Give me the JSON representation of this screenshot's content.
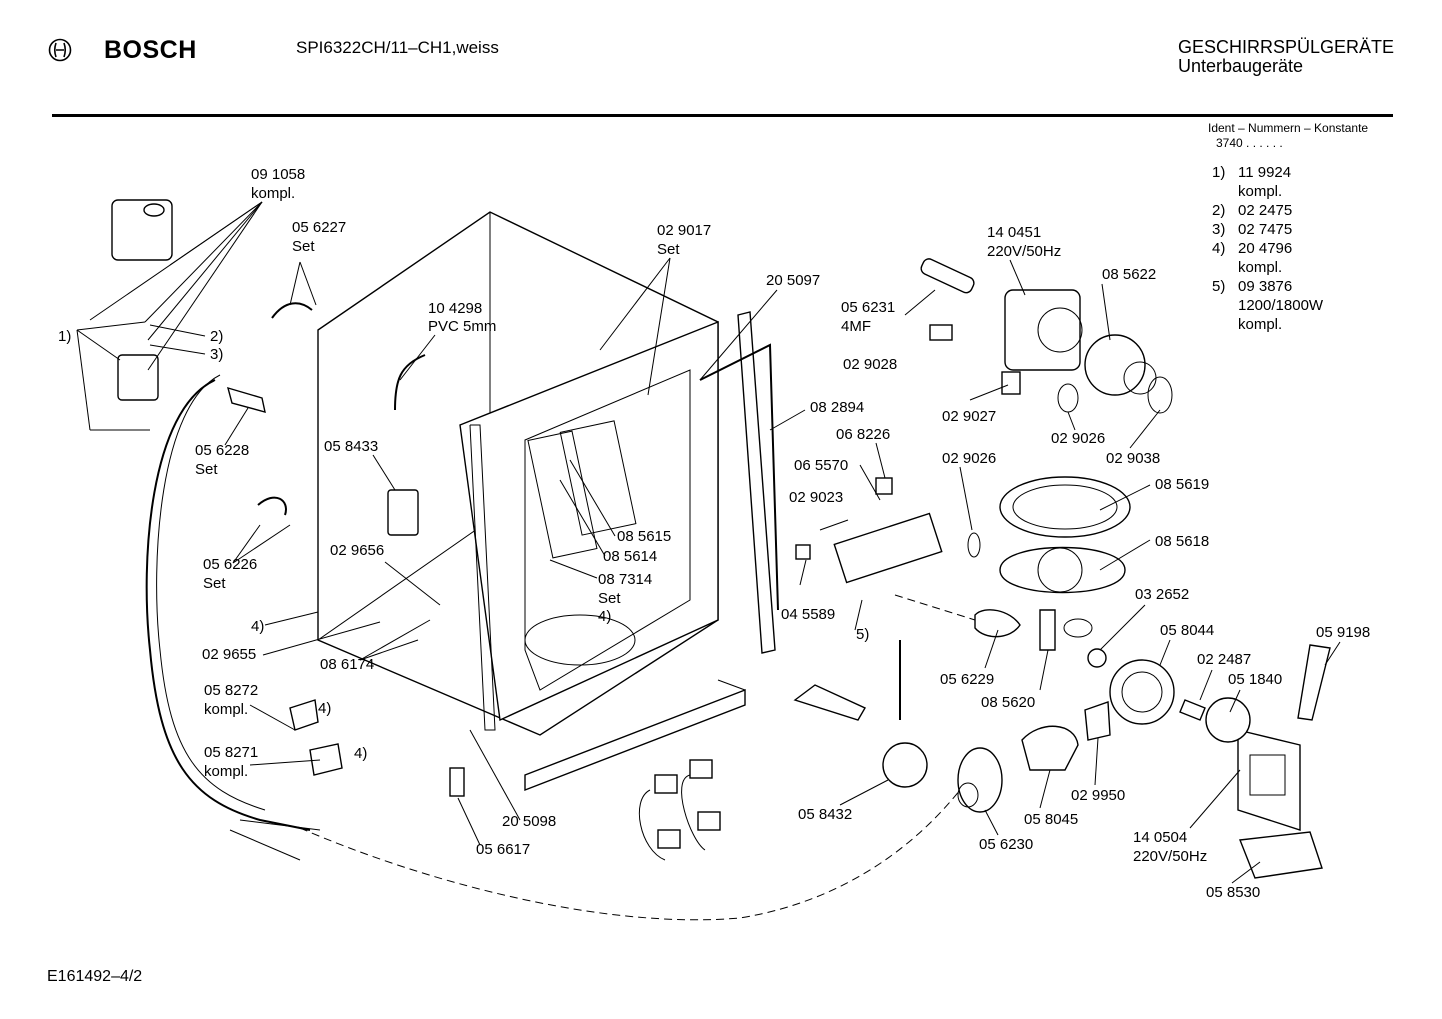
{
  "header": {
    "brand": "BOSCH",
    "model": "SPI6322CH/11–CH1,weiss",
    "category": "GESCHIRRSPÜLGERÄTE",
    "subcategory": "Unterbaugeräte"
  },
  "ident": {
    "title": "Ident – Nummern – Konstante",
    "value": "3740 .  .  .  .  .  ."
  },
  "legend": [
    {
      "key": "1)",
      "text": "11 9924"
    },
    {
      "key": "",
      "text": "kompl."
    },
    {
      "key": "2)",
      "text": "02 2475"
    },
    {
      "key": "3)",
      "text": "02 7475"
    },
    {
      "key": "4)",
      "text": "20 4796"
    },
    {
      "key": "",
      "text": "kompl."
    },
    {
      "key": "5)",
      "text": "09 3876"
    },
    {
      "key": "",
      "text": "1200/1800W"
    },
    {
      "key": "",
      "text": "kompl."
    }
  ],
  "labels": {
    "l091058": "09 1058",
    "l091058b": "kompl.",
    "l056227": "05 6227",
    "l056227b": "Set",
    "l1": "1)",
    "l2": "2)",
    "l3": "3)",
    "l056228": "05 6228",
    "l056228b": "Set",
    "l104298": "10 4298",
    "l104298b": "PVC 5mm",
    "l029017": "02 9017",
    "l029017b": "Set",
    "l205097": "20 5097",
    "l058433": "05 8433",
    "l056226": "05 6226",
    "l056226b": "Set",
    "l029656": "02 9656",
    "l4a": "4)",
    "l029655": "02 9655",
    "l086174": "08 6174",
    "l058272": "05 8272",
    "l058272b": "kompl.",
    "l4b": "4)",
    "l058271": "05 8271",
    "l058271b": "kompl.",
    "l4c": "4)",
    "l085615": "08 5615",
    "l085614": "08 5614",
    "l087314": "08 7314",
    "l087314b": "Set",
    "l4d": "4)",
    "l205098": "20 5098",
    "l056617": "05 6617",
    "l140451": "14 0451",
    "l140451b": "220V/50Hz",
    "l056231": "05 6231",
    "l056231b": "4MF",
    "l029028": "02 9028",
    "l085622": "08 5622",
    "l029027": "02 9027",
    "l029026a": "02 9026",
    "l029038": "02 9038",
    "l082894": "08 2894",
    "l068226": "06 8226",
    "l065570": "06 5570",
    "l029023": "02 9023",
    "l045589": "04 5589",
    "l5": "5)",
    "l029026b": "02 9026",
    "l085619": "08 5619",
    "l085618": "08 5618",
    "l032652": "03 2652",
    "l058044": "05 8044",
    "l059198": "05 9198",
    "l022487": "02 2487",
    "l051840": "05 1840",
    "l056229": "05 6229",
    "l085620": "08 5620",
    "l029950": "02 9950",
    "l058045": "05 8045",
    "l056230": "05 6230",
    "l058432": "05 8432",
    "l140504": "14 0504",
    "l140504b": "220V/50Hz",
    "l058530": "05 8530"
  },
  "footer": "E161492–4/2"
}
